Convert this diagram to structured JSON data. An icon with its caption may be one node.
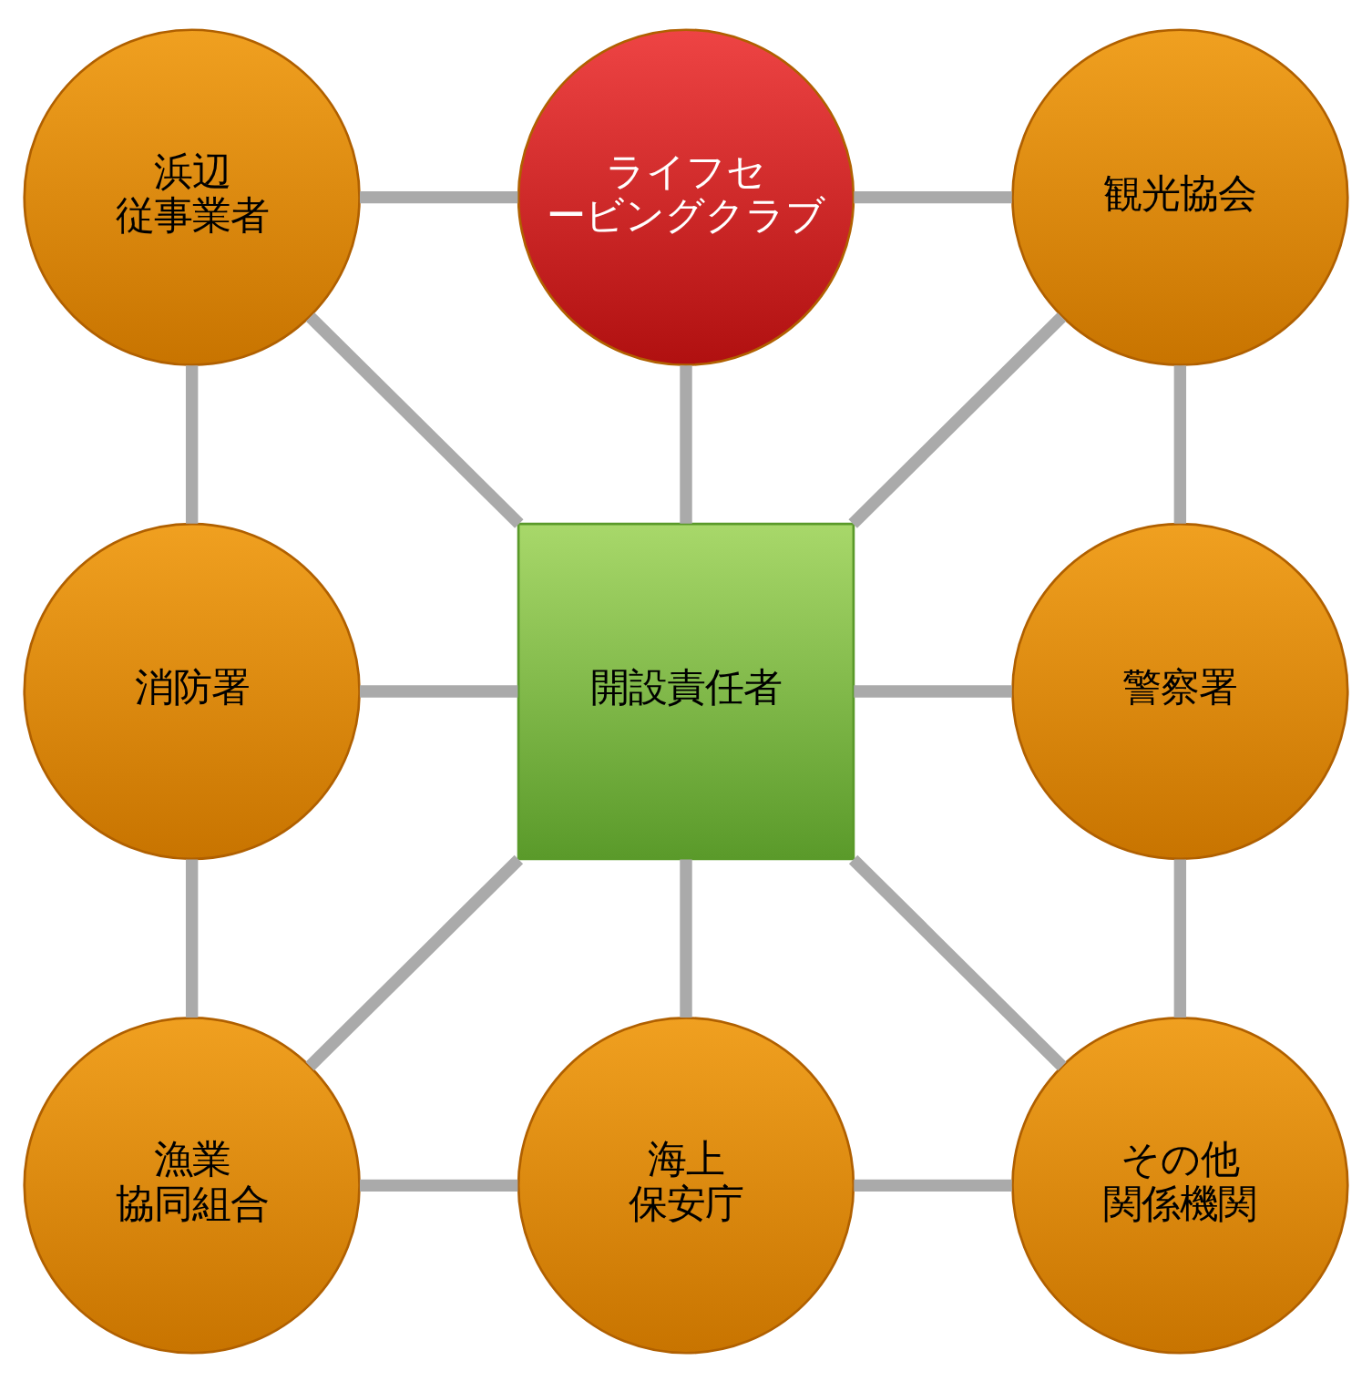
{
  "diagram": {
    "nodes": [
      {
        "text": [
          "浜辺従事業者"
        ]
      },
      {
        "text": [
          "ライフセービングクラブ"
        ]
      },
      {
        "text": [
          "観光協会"
        ]
      },
      {
        "text": [
          "消防署"
        ]
      },
      {
        "text": [
          "開設責任者"
        ]
      },
      {
        "text": [
          "警察署"
        ]
      },
      {
        "text": [
          "漁業協同組合"
        ]
      },
      {
        "text": [
          "海上保安庁"
        ]
      },
      {
        "text": [
          "その他関係機関"
        ]
      }
    ],
    "edges": [
      {
        "from": 0,
        "to": 1,
        "arrow": "none"
      },
      {
        "from": 1,
        "to": 2,
        "arrow": "none"
      },
      {
        "from": 0,
        "to": 3,
        "arrow": "none"
      },
      {
        "from": 2,
        "to": 5,
        "arrow": "none"
      },
      {
        "from": 3,
        "to": 6,
        "arrow": "none"
      },
      {
        "from": 5,
        "to": 8,
        "arrow": "none"
      },
      {
        "from": 6,
        "to": 7,
        "arrow": "none"
      },
      {
        "from": 7,
        "to": 8,
        "arrow": "none"
      },
      {
        "from": 0,
        "to": 4,
        "arrow": "none"
      },
      {
        "from": 1,
        "to": 4,
        "arrow": "none"
      },
      {
        "from": 2,
        "to": 4,
        "arrow": "none"
      },
      {
        "from": 3,
        "to": 4,
        "arrow": "none"
      },
      {
        "from": 4,
        "to": 5,
        "arrow": "none"
      },
      {
        "from": 4,
        "to": 6,
        "arrow": "none"
      },
      {
        "from": 4,
        "to": 7,
        "arrow": "none"
      },
      {
        "from": 4,
        "to": 8,
        "arrow": "none"
      }
    ]
  }
}
